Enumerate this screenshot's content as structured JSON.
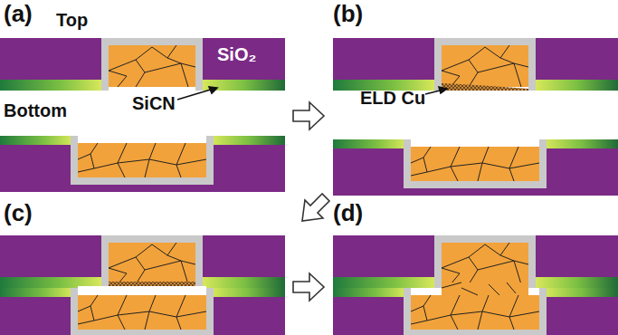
{
  "diagram": {
    "labels": [
      "(a)",
      "Top",
      "SiO₂",
      "Bottom",
      "SiCN",
      "(b)",
      "ELD Cu",
      "(c)",
      "(d)"
    ]
  }
}
